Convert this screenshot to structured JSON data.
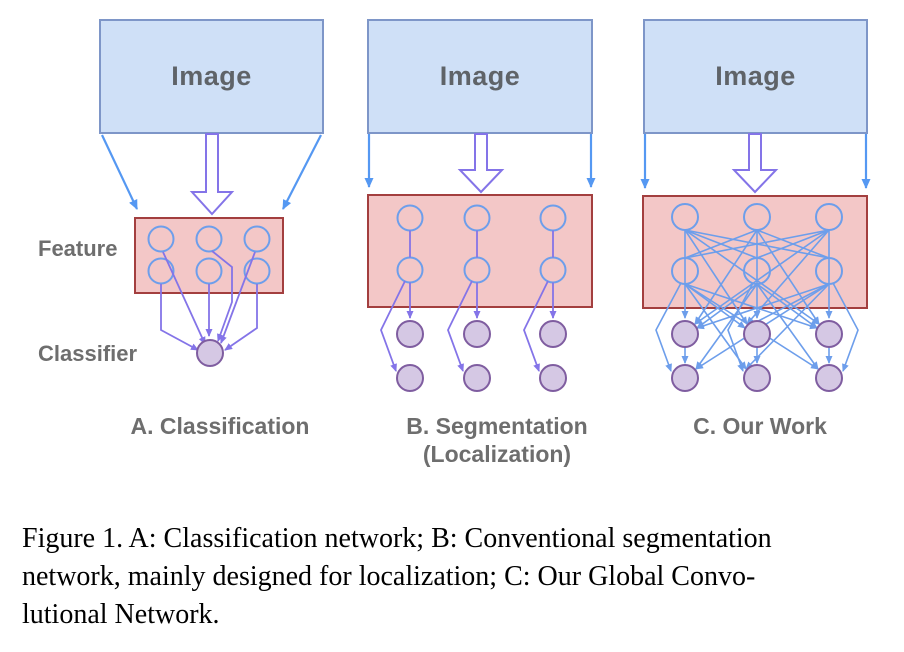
{
  "colors": {
    "image-fill": "#cfe0f7",
    "image-stroke": "#7e96c8",
    "feature-fill": "#f3c7c7",
    "feature-stroke": "#a33f3f",
    "node-stroke": "#6d9eeb",
    "classifier-fill": "#d5c8e4",
    "classifier-stroke": "#7f5da0",
    "arrow-blue": "#5598f2",
    "line-purple": "#8474e8",
    "line-blue": "#6d9eeb",
    "label-gray": "#6e6e6e",
    "text-dark": "#5f6368",
    "caption-black": "#000000"
  },
  "panels": {
    "a": {
      "image_label": "Image",
      "caption": "A. Classification"
    },
    "b": {
      "image_label": "Image",
      "caption_line1": "B. Segmentation",
      "caption_line2": "(Localization)"
    },
    "c": {
      "image_label": "Image",
      "caption": "C. Our Work"
    }
  },
  "row_labels": {
    "feature": "Feature",
    "classifier": "Classifier"
  },
  "figure_caption": {
    "line1": "Figure 1. A: Classification network; B: Conventional segmentation",
    "line2": "network, mainly designed for localization; C: Our Global Convo-",
    "line3": "lutional Network."
  }
}
